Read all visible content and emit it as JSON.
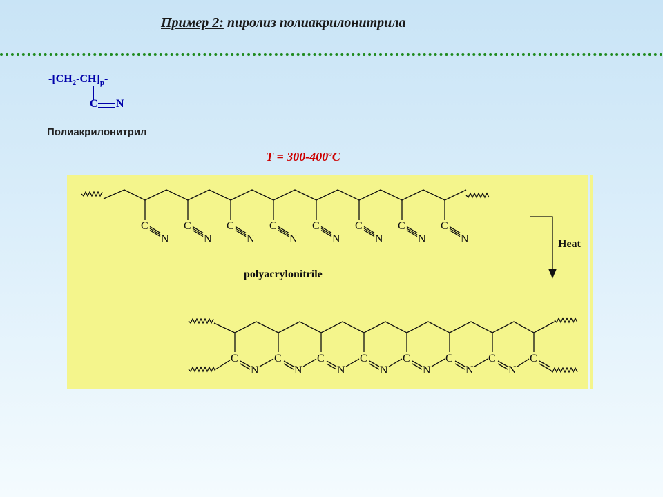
{
  "title": {
    "prefix": "Пример 2:",
    "text": " пиролиз полиакрилонитрила"
  },
  "formula": {
    "line1": "-[CH",
    "sub2": "2",
    "mid": "-CH]",
    "subp": "p",
    "tail": "-",
    "c": "C",
    "n": "N"
  },
  "polymer_name_ru": "Полиакрилонитрил",
  "temperature": {
    "text": "T = 300-400",
    "sup": "o",
    "unit": "C"
  },
  "scheme": {
    "heat_label": "Heat",
    "polymer_label": "polyacrylonitrile",
    "atom_c": "C",
    "atom_n": "N",
    "colors": {
      "panel": "#f4f58c",
      "accent_red": "#cc0000",
      "formula_blue": "#0000aa",
      "divider_green": "#1f8a1f"
    }
  }
}
